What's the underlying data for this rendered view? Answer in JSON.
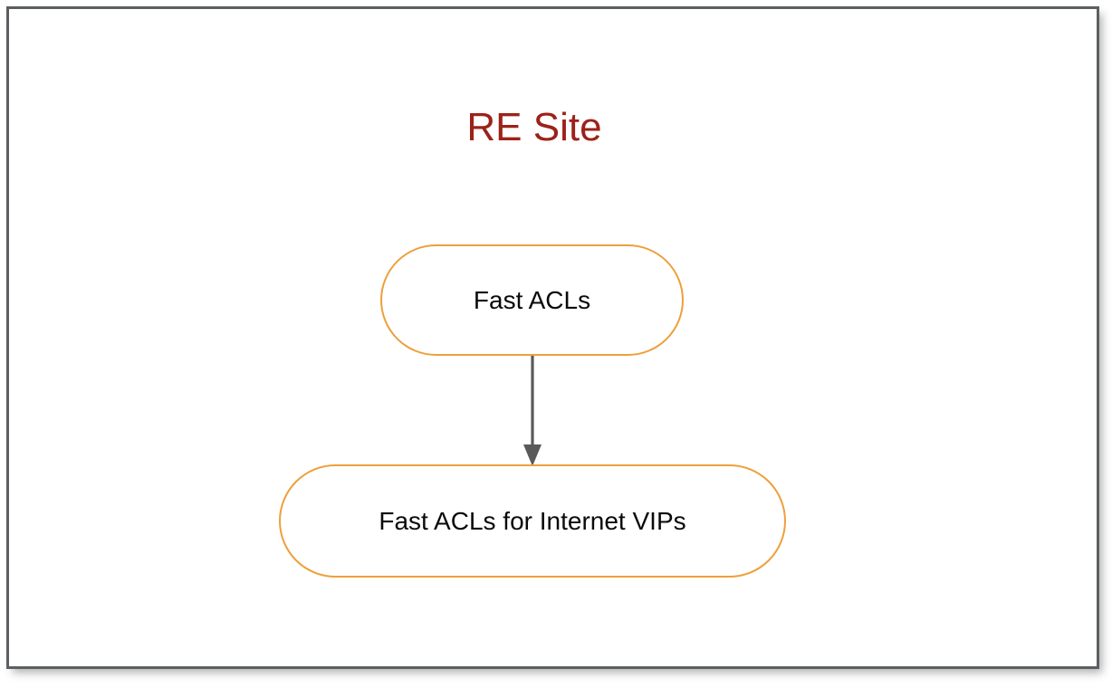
{
  "canvas": {
    "background_color": "#ffffff",
    "border_color": "#5c5f61"
  },
  "diagram": {
    "title": "RE Site",
    "title_color": "#9c2219",
    "node_stroke_color": "#eda03c",
    "node_fill_color": "#ffffff",
    "node_text_color": "#0a0a0a",
    "connector_color": "#5a5a5a",
    "nodes": [
      {
        "id": "fast-acls",
        "label": "Fast ACLs",
        "shape": "stadium"
      },
      {
        "id": "fast-acls-internet-vips",
        "label": "Fast ACLs for Internet VIPs",
        "shape": "stadium"
      }
    ],
    "edges": [
      {
        "from": "fast-acls",
        "to": "fast-acls-internet-vips",
        "style": "solid",
        "arrowhead": "filled-triangle",
        "label": ""
      }
    ]
  }
}
